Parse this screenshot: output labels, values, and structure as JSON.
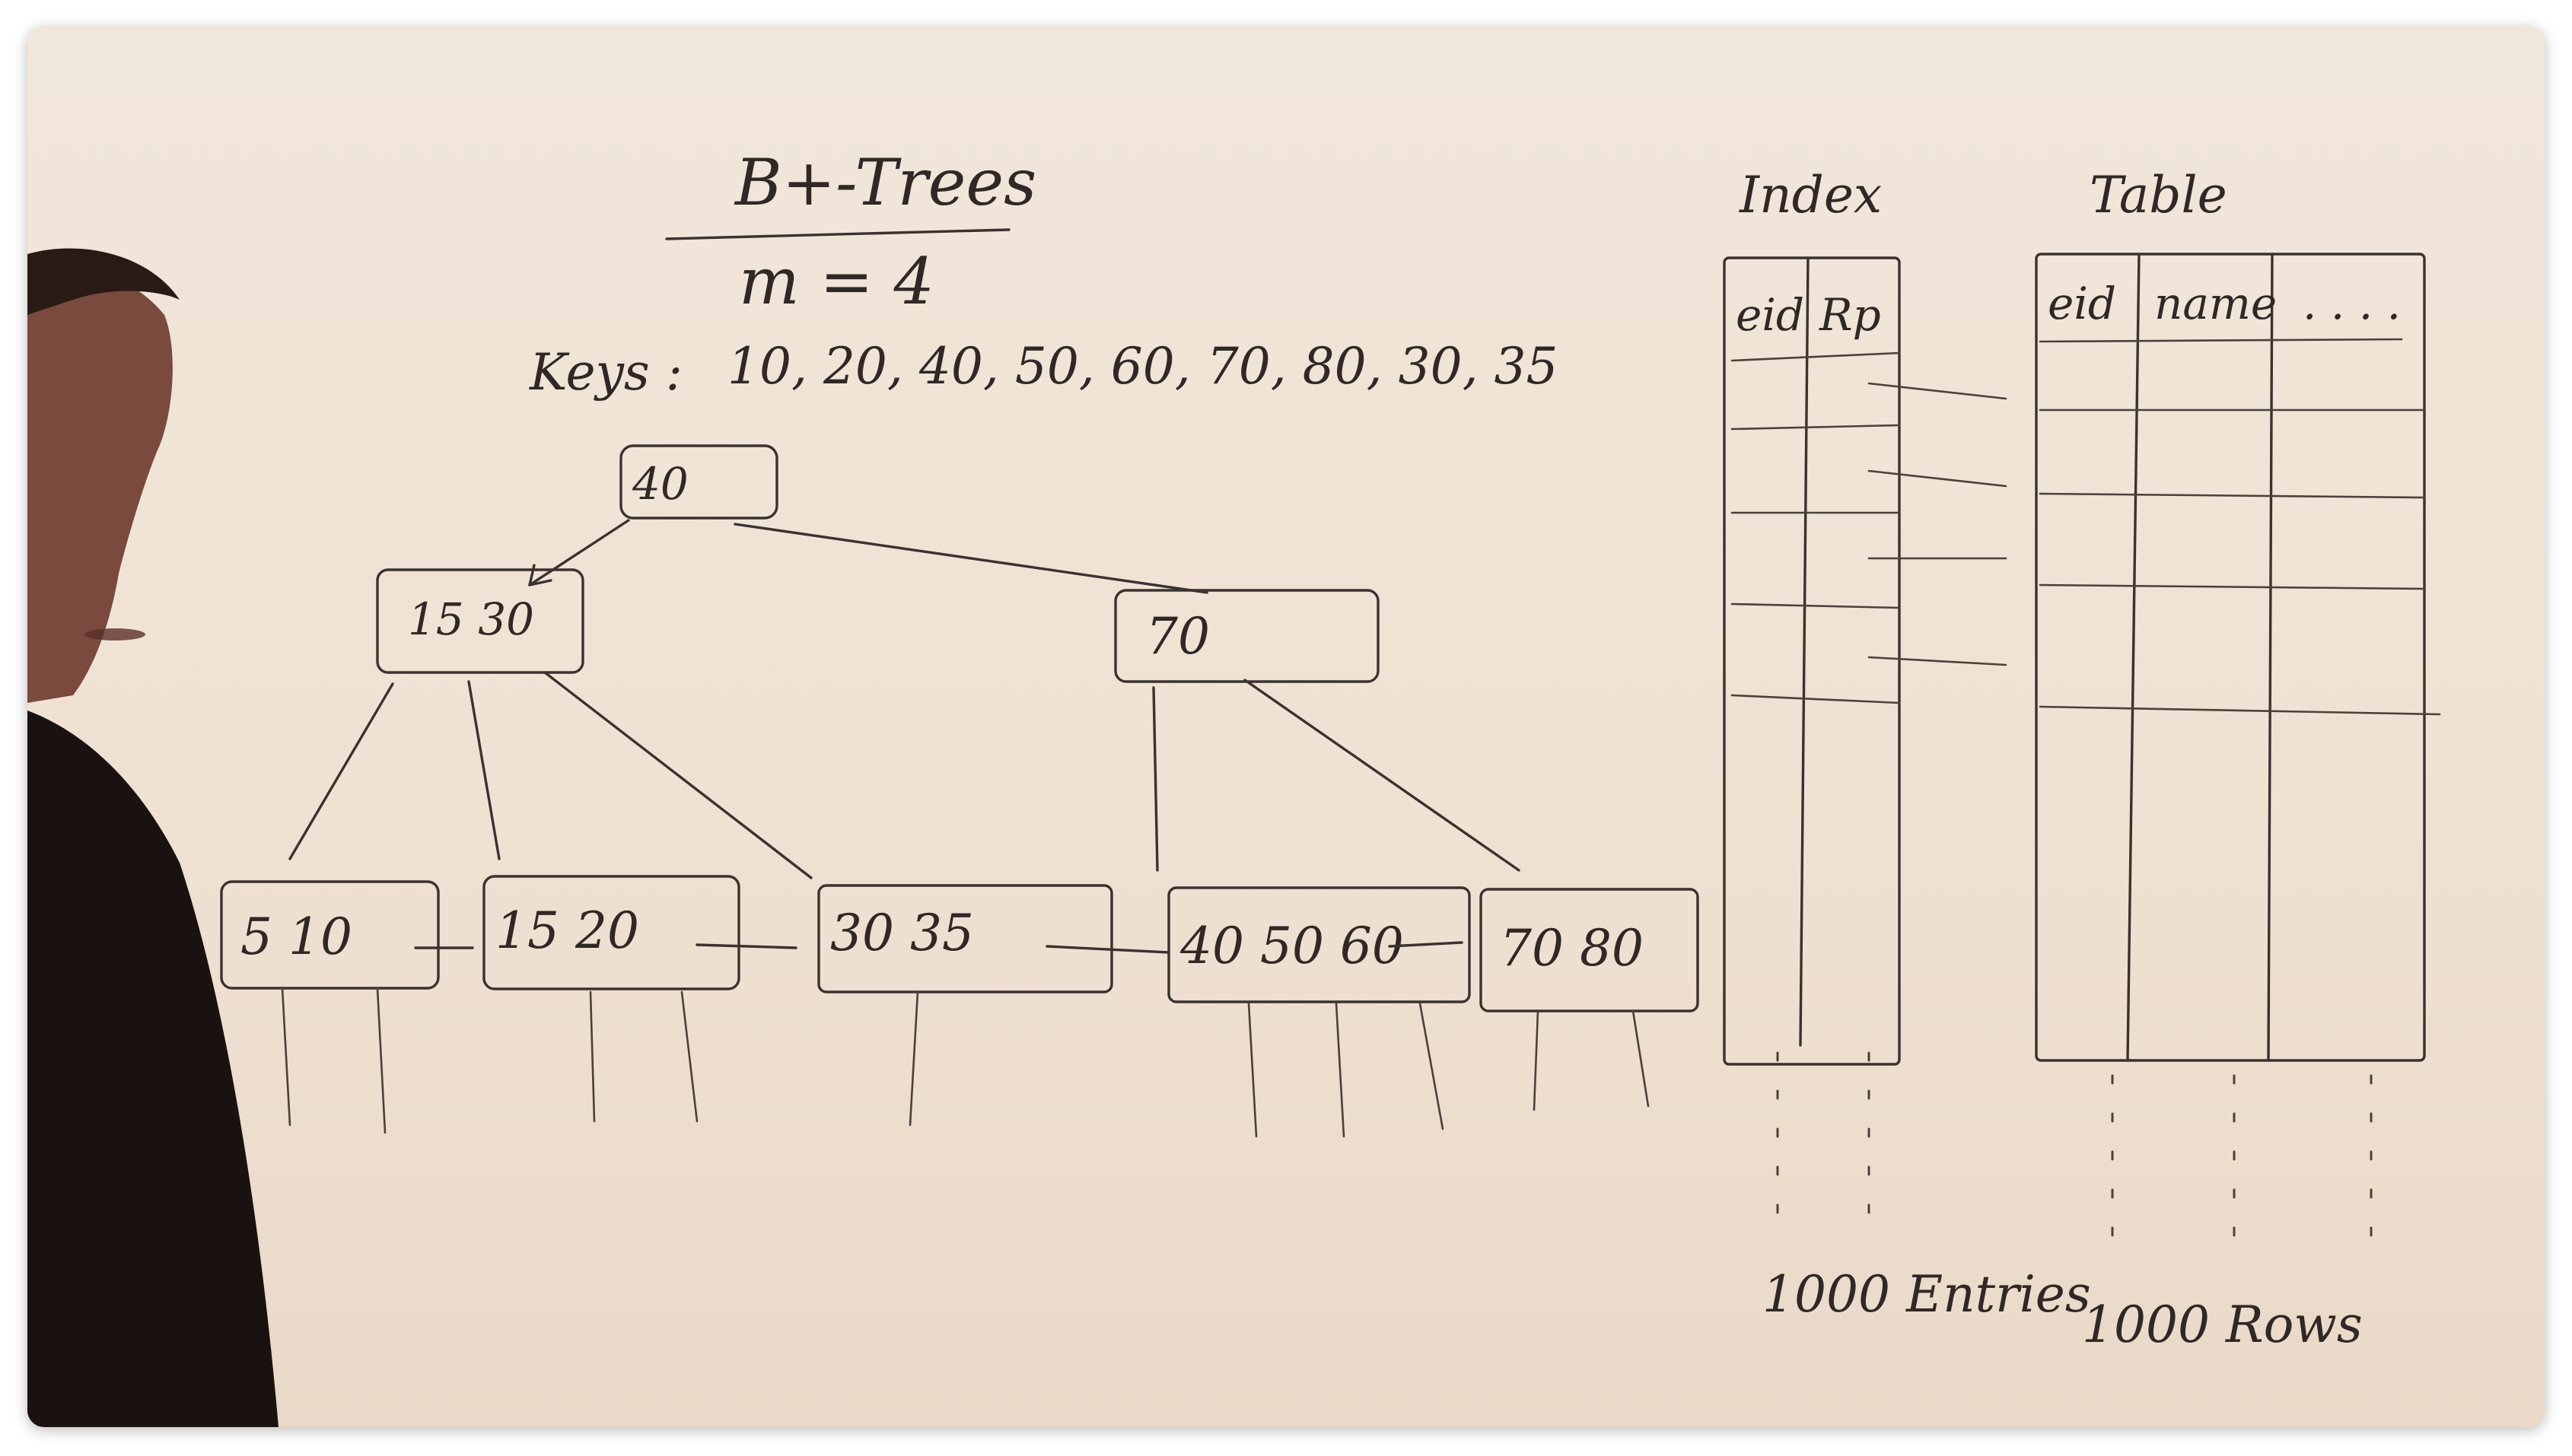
{
  "title": {
    "main": "B+-Trees",
    "order": "m = 4",
    "keys_label": "Keys :",
    "keys_values": "10, 20, 40, 50, 60, 70, 80, 30, 35"
  },
  "tree": {
    "root": "40",
    "internal_left": "15  30",
    "internal_right": "70",
    "leaves": [
      "5  10",
      "15  20",
      "30  35",
      "40  50  60",
      "70  80"
    ]
  },
  "index": {
    "label": "Index",
    "col1": "eid",
    "col2": "Rp",
    "footer": "1000 Entries"
  },
  "table": {
    "label": "Table",
    "col1": "eid",
    "col2": "name",
    "col3": ". . . .",
    "footer": "1000 Rows"
  },
  "colors": {
    "board": "#efe2d3",
    "ink": "#3a3230",
    "presenter_dark": "#1a1210"
  }
}
